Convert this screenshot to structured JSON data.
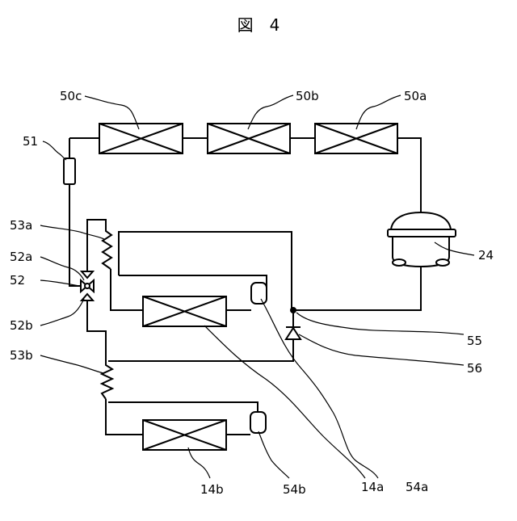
{
  "figure": {
    "title": "図　4"
  },
  "labels": {
    "hx_50c": "50c",
    "hx_50b": "50b",
    "hx_50a": "50a",
    "filter_51": "51",
    "cap_53a": "53a",
    "valve_port_52a": "52a",
    "valve_52": "52",
    "valve_port_52b": "52b",
    "cap_53b": "53b",
    "compressor_24": "24",
    "junction_55": "55",
    "check_valve_56": "56",
    "evap_14a": "14a",
    "accum_54a": "54a",
    "evap_14b": "14b",
    "accum_54b": "54b"
  }
}
